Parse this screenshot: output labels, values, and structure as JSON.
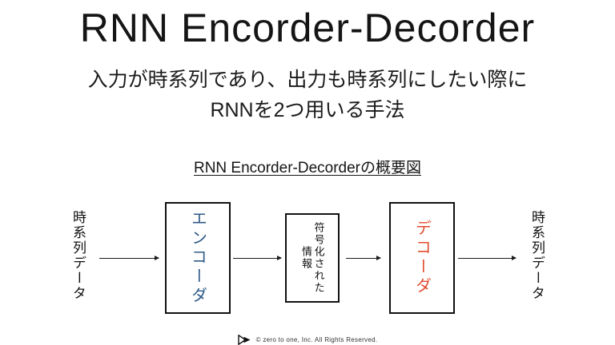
{
  "slide": {
    "title": "RNN Encorder-Decorder",
    "subtitle_line1": "入力が時系列であり、出力も時系列にしたい際に",
    "subtitle_line2": "RNNを2つ用いる手法",
    "diagram_heading": "RNN Encorder-Decorderの概要図"
  },
  "diagram": {
    "input_label": "時系列データ",
    "encoder_label": "エンコーダ",
    "info_line1": "符号化された",
    "info_line2": "情報",
    "decoder_label": "デコーダ",
    "output_label": "時系列データ",
    "colors": {
      "encoder_text": "#2E5A87",
      "decoder_text": "#E14B2F",
      "box_border": "#111111",
      "arrow": "#1a1a1a"
    }
  },
  "footer": {
    "logo_icon": "zero-to-one-play-logo",
    "copyright": "©  zero to one, Inc. All Rights Reserved."
  }
}
